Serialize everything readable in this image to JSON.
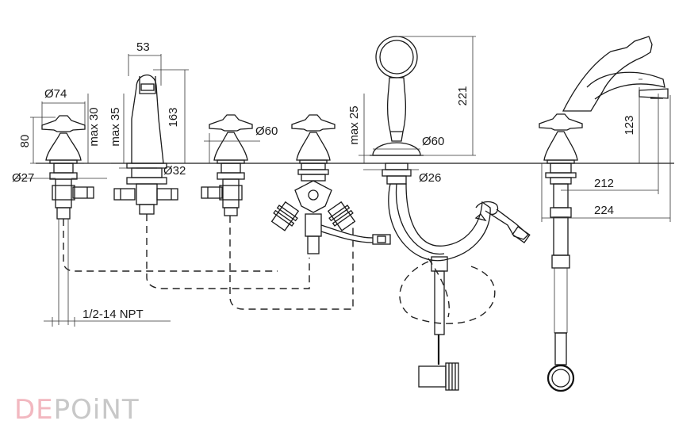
{
  "dimensions": {
    "d74": "Ø74",
    "d80": "80",
    "max30": "max 30",
    "max35": "max 35",
    "d27": "Ø27",
    "d53": "53",
    "d163": "163",
    "d32": "Ø32",
    "d60_left": "Ø60",
    "max25": "max 25",
    "d221": "221",
    "d60_right": "Ø60",
    "d26": "Ø26",
    "d123": "123",
    "d212": "212",
    "d224": "224",
    "npt": "1/2-14 NPT"
  },
  "logo": {
    "part1": "DE",
    "part2": "POiNT"
  },
  "colors": {
    "ink": "#1a1a1a",
    "logo_accent": "#f2b8c0",
    "logo_grey": "#c8c8c8"
  }
}
